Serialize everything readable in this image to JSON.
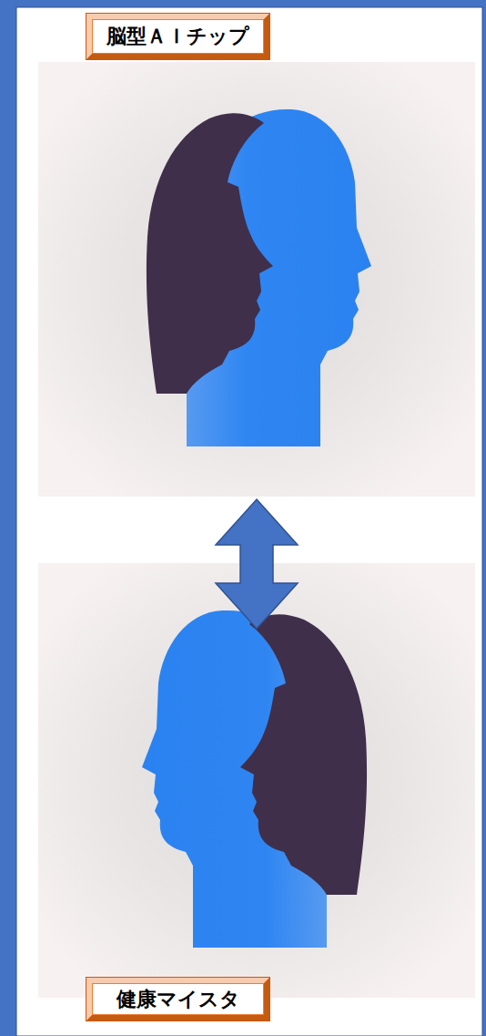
{
  "diagram": {
    "nodes": [
      {
        "text": [
          "脳型ＡＩチップ"
        ]
      },
      {
        "text": [
          "健康マイスタ"
        ]
      }
    ],
    "edges": [
      {
        "from": 0,
        "to": 1,
        "arrow": "both"
      }
    ]
  }
}
